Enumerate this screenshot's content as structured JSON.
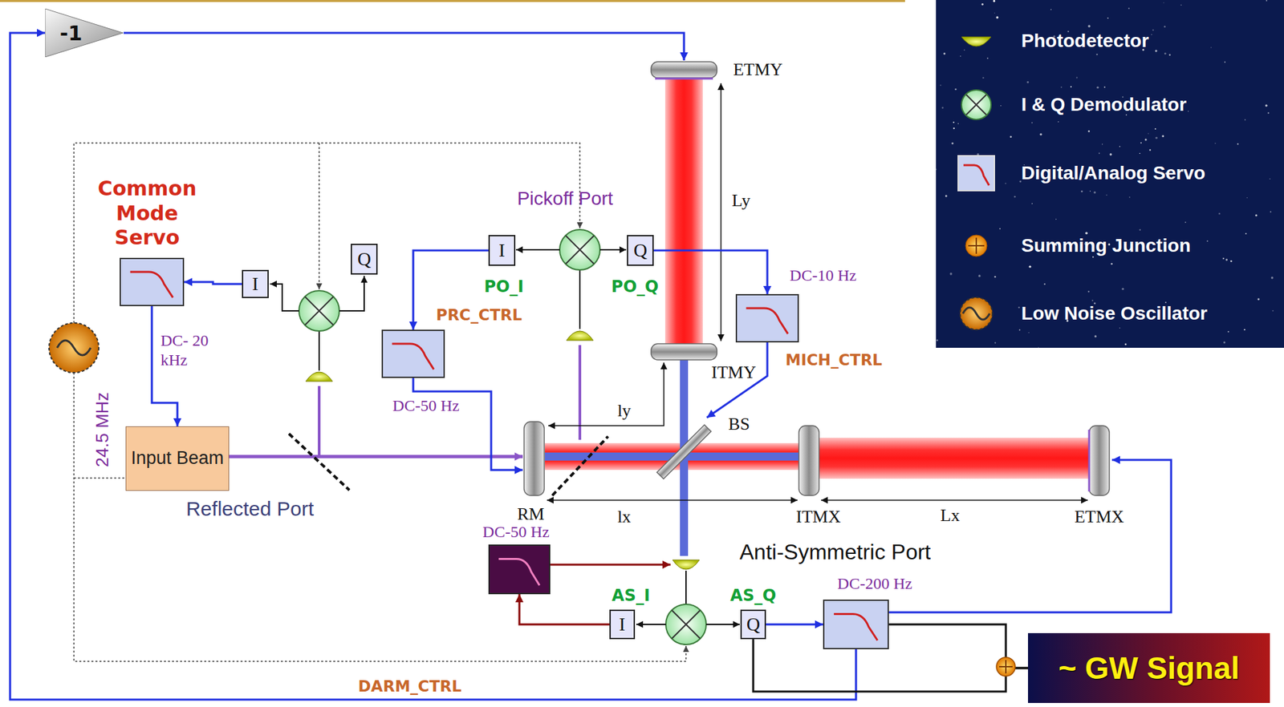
{
  "diagram": {
    "nodes": [
      {
        "text": [
          "-1"
        ]
      },
      {
        "text": [
          "Common Mode Servo",
          "DC- 20 kHz"
        ]
      },
      {
        "text": [
          "I"
        ]
      },
      {
        "text": [
          "Q"
        ]
      },
      {
        "text": [
          "Input Beam"
        ]
      },
      {
        "text": [
          "I"
        ]
      },
      {
        "text": [
          "Q"
        ]
      },
      {
        "text": [
          "DC-50 Hz"
        ]
      },
      {
        "text": [
          "DC-10 Hz"
        ]
      },
      {
        "text": [
          "DC-50 Hz"
        ]
      },
      {
        "text": [
          "I"
        ]
      },
      {
        "text": [
          "Q"
        ]
      },
      {
        "text": [
          "DC-200 Hz"
        ]
      },
      {
        "text": [
          "~ GW Signal"
        ]
      }
    ],
    "edges": [
      {
        "from": 2,
        "to": 1,
        "arrow": "to"
      },
      {
        "from": 1,
        "to": 4,
        "arrow": "to"
      },
      {
        "from": 5,
        "to": 7,
        "arrow": "to"
      },
      {
        "from": 6,
        "to": 8,
        "arrow": "to"
      },
      {
        "from": 10,
        "to": 9,
        "arrow": "to"
      },
      {
        "from": 11,
        "to": 12,
        "arrow": "to"
      },
      {
        "from": 12,
        "to": 0,
        "arrow": "to",
        "label": "DARM_CTRL"
      },
      {
        "from": 12,
        "to": 13,
        "arrow": "none"
      },
      {
        "from": 11,
        "to": 13,
        "arrow": "none"
      }
    ],
    "labels": [
      "ETMY",
      "Ly",
      "ITMY",
      "BS",
      "ly",
      "RM",
      "lx",
      "ITMX",
      "Lx",
      "ETMX",
      "Pickoff Port",
      "PO_I",
      "PO_Q",
      "PRC_CTRL",
      "MICH_CTRL",
      "24.5 MHz",
      "Reflected Port",
      "Anti-Symmetric Port",
      "AS_I",
      "AS_Q"
    ],
    "legend": [
      {
        "text": "Photodetector"
      },
      {
        "text": "I & Q Demodulator"
      },
      {
        "text": "Digital/Analog Servo"
      },
      {
        "text": "Summing Junction"
      },
      {
        "text": "Low Noise Oscillator"
      }
    ]
  }
}
